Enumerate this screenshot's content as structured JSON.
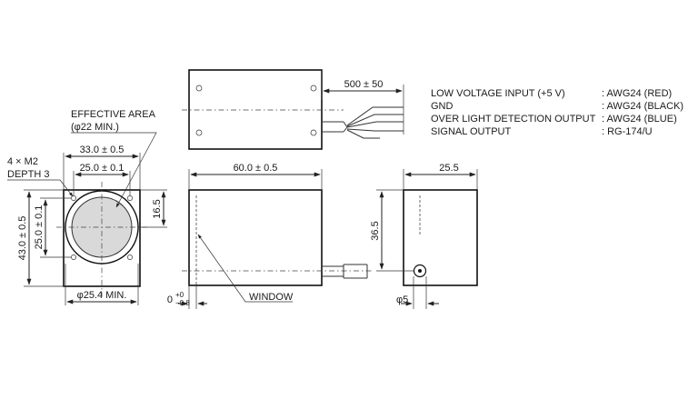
{
  "legend": {
    "rows": [
      {
        "name": "LOW VOLTAGE INPUT (+5 V)",
        "value": ": AWG24 (RED)"
      },
      {
        "name": "GND",
        "value": ": AWG24 (BLACK)"
      },
      {
        "name": "OVER LIGHT DETECTION OUTPUT",
        "value": ": AWG24 (BLUE)"
      },
      {
        "name": "SIGNAL OUTPUT",
        "value": ": RG-174/U"
      }
    ]
  },
  "front_view": {
    "effective_area_label": "EFFECTIVE AREA",
    "effective_area_value": "(φ22 MIN.)",
    "holes_label": "4 × M2",
    "holes_depth": "DEPTH 3",
    "width_outer": "33.0 ± 0.5",
    "width_inner": "25.0 ± 0.1",
    "height_outer": "43.0 ± 0.5",
    "height_inner": "25.0 ± 0.1",
    "offset": "16.5",
    "window_dia": "φ25.4 MIN."
  },
  "top_view": {
    "cable_length": "500 ± 50"
  },
  "side_view": {
    "length": "60.0 ± 0.5",
    "window_offset": "0",
    "tol_plus": "+0",
    "tol_minus": "−0.8",
    "window_label": "WINDOW"
  },
  "rear_view": {
    "width": "25.5",
    "height": "36.5",
    "connector_dia": "φ5"
  }
}
